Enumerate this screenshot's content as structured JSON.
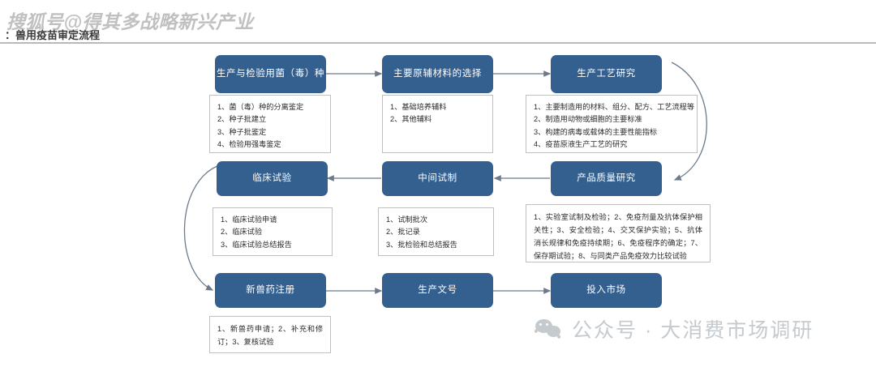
{
  "header": {
    "watermark_top": "搜狐号@得其多战略新兴产业",
    "title": "：兽用疫苗审定流程"
  },
  "footer": {
    "wechat_icon": "wechat-icon",
    "wechat_label": "公众号 · 大消费市场调研"
  },
  "colors": {
    "node_blue": "#34608f",
    "node_text": "#ffffff",
    "detail_border": "#bfbfbf",
    "connector": "#6b7b8c",
    "rule": "#b9b9b9",
    "watermark": "#c5cace"
  },
  "diagram": {
    "nodes": [
      {
        "id": "n1",
        "label": "生产与检验用菌（毒）种"
      },
      {
        "id": "n2",
        "label": "主要原辅材料的选择"
      },
      {
        "id": "n3",
        "label": "生产工艺研究"
      },
      {
        "id": "n4",
        "label": "产品质量研究"
      },
      {
        "id": "n5",
        "label": "中间试制"
      },
      {
        "id": "n6",
        "label": "临床试验"
      },
      {
        "id": "n7",
        "label": "新兽药注册"
      },
      {
        "id": "n8",
        "label": "生产文号"
      },
      {
        "id": "n9",
        "label": "投入市场"
      }
    ],
    "details": {
      "d1": {
        "items": [
          {
            "num": "1、",
            "text": "菌（毒）种的分离鉴定"
          },
          {
            "num": "2、",
            "text": "种子批建立"
          },
          {
            "num": "3、",
            "text": "种子批鉴定"
          },
          {
            "num": "4、",
            "text": "检验用强毒鉴定"
          }
        ]
      },
      "d2": {
        "items": [
          {
            "num": "1、",
            "text": "基础培养辅料"
          },
          {
            "num": "2、",
            "text": "其他辅料"
          }
        ]
      },
      "d3": {
        "items": [
          {
            "num": "1、",
            "text": "主要制造用的材料、组分、配方、工艺流程等"
          },
          {
            "num": "2、",
            "text": "制造用动物或细胞的主要标准"
          },
          {
            "num": "3、",
            "text": "构建的病毒或载体的主要性能指标"
          },
          {
            "num": "4、",
            "text": "疫苗原液生产工艺的研究"
          }
        ]
      },
      "d4": {
        "paragraph": "1、实验室试制及检验；2、免疫剂量及抗体保护相关性；3、安全检验；4、交叉保护实验；5、抗体消长规律和免疫持续期；6、免疫程序的确定；7、保存期试验；8、与同类产品免疫效力比较试验"
      },
      "d5": {
        "items": [
          {
            "num": "1、",
            "text": "试制批次"
          },
          {
            "num": "2、",
            "text": "批记录"
          },
          {
            "num": "3、",
            "text": "批检验和总结报告"
          }
        ]
      },
      "d6": {
        "items": [
          {
            "num": "1、",
            "text": "临床试验申请"
          },
          {
            "num": "2、",
            "text": "临床试验"
          },
          {
            "num": "3、",
            "text": "临床试验总结报告"
          }
        ]
      },
      "d7": {
        "paragraph": "1、新兽药申请；2、补充和修订；3、复核试验"
      }
    }
  }
}
